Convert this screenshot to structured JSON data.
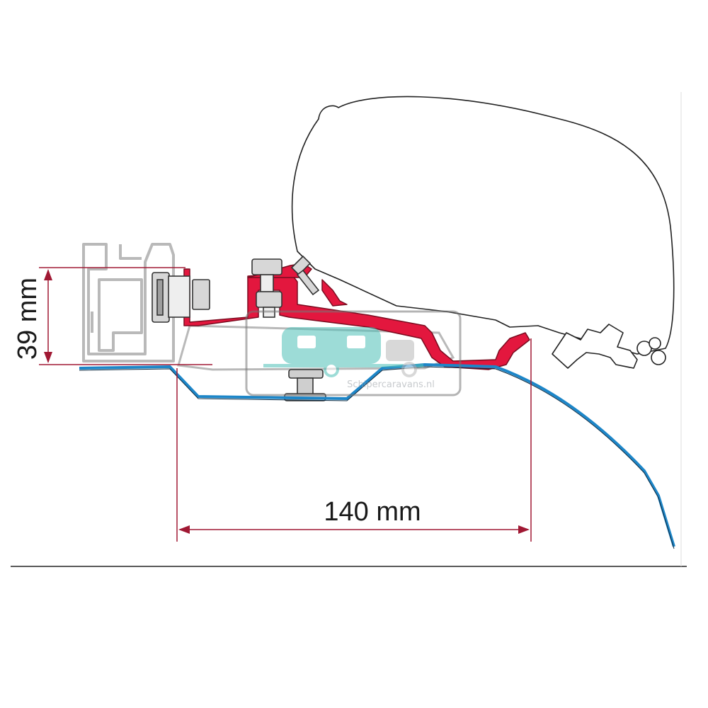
{
  "dimensions": {
    "height_label": "39 mm",
    "width_label": "140 mm"
  },
  "watermark": {
    "text": "Schipercaravans.nl",
    "icon": "caravan-icon"
  },
  "colors": {
    "bracket_red": "#e3173e",
    "roof_blue": "#1d86c8",
    "dimension_line": "#a01833",
    "outline": "#222222",
    "profile_grey": "#b9b9b9",
    "watermark_teal": "#4ec0b8"
  }
}
